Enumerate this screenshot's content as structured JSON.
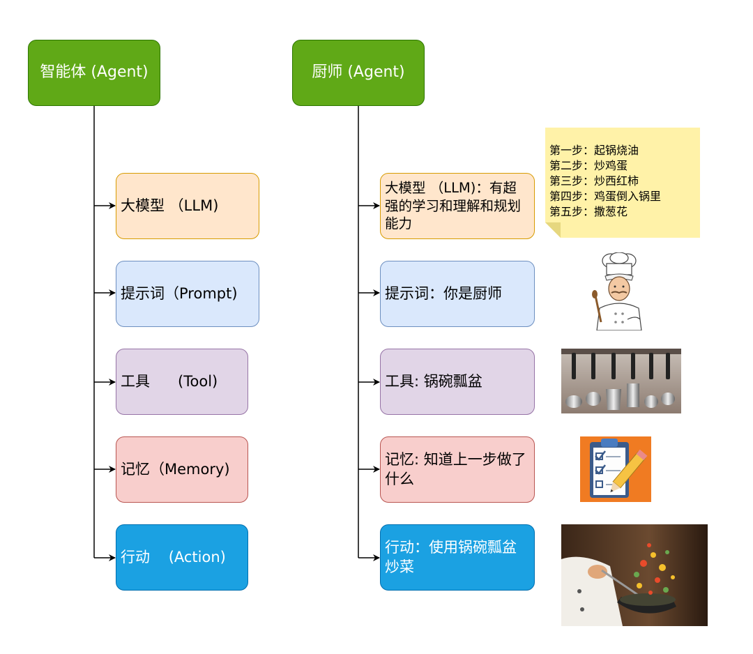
{
  "left": {
    "head": "智能体 (Agent)",
    "items": [
      {
        "label": "大模型 （LLM)"
      },
      {
        "label": "提示词（Prompt)"
      },
      {
        "label": "工具      (Tool)"
      },
      {
        "label": "记忆（Memory)"
      },
      {
        "label": "行动    (Action)"
      }
    ]
  },
  "right": {
    "head": "厨师 (Agent)",
    "items": [
      {
        "label": "大模型 （LLM)：有超强的学习和理解和规划能力"
      },
      {
        "label": "提示词：你是厨师"
      },
      {
        "label": "工具: 锅碗瓢盆"
      },
      {
        "label": "记忆: 知道上一步做了什么"
      },
      {
        "label": "行动：使用锅碗瓢盆炒菜"
      }
    ]
  },
  "note": {
    "lines": [
      "第一步：起锅烧油",
      "第二步：炒鸡蛋",
      "第三步：炒西红柿",
      "第四步：鸡蛋倒入锅里",
      "第五步：撒葱花"
    ]
  },
  "icons": {
    "chef": "chef-icon",
    "utensils": "utensils-icon",
    "clipboard": "clipboard-checklist-icon",
    "cooking": "cooking-wok-icon"
  },
  "colors": {
    "head": "#60a917",
    "llm": "#ffe6cc",
    "prompt": "#dae8fc",
    "tool": "#e1d5e7",
    "memory": "#f8cecc",
    "action": "#1ba1e2",
    "note": "#fff2a8"
  }
}
